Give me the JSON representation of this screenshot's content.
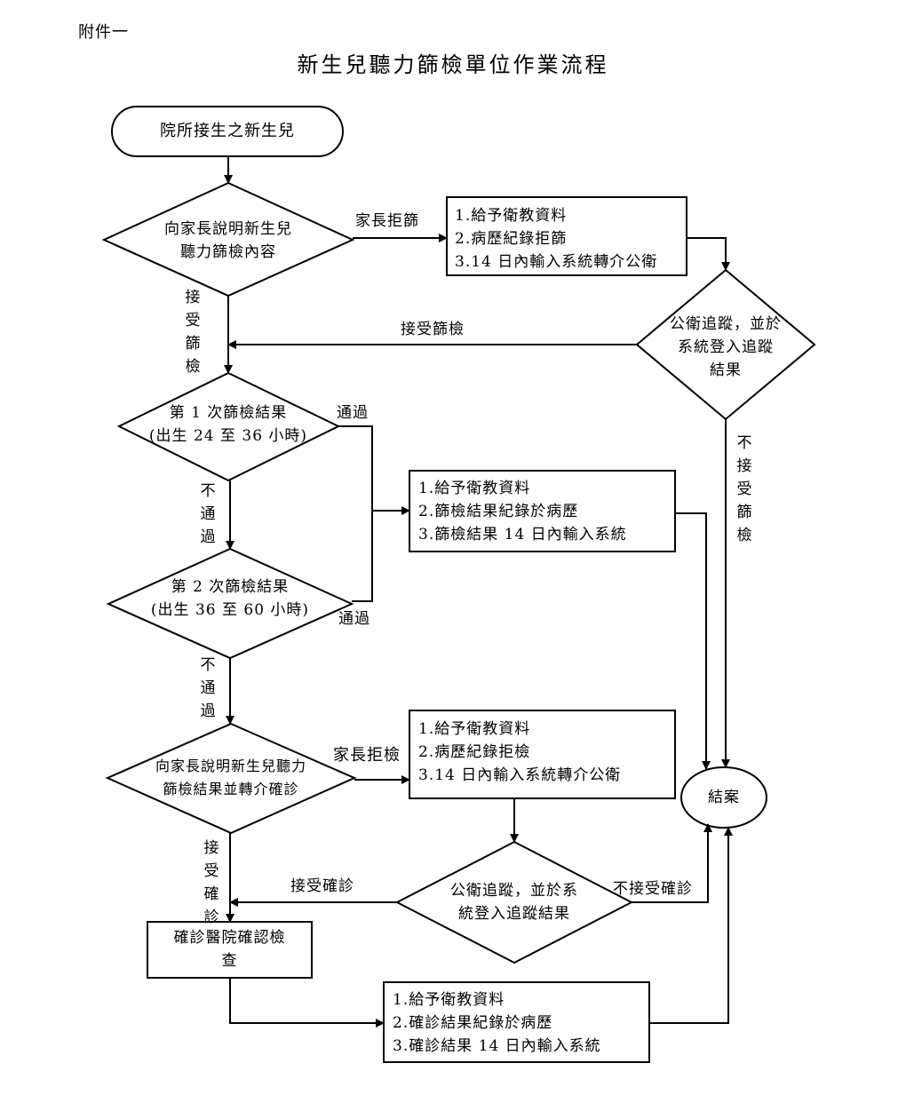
{
  "attachment_label": "附件一",
  "title": "新生兒聽力篩檢單位作業流程",
  "nodes": {
    "start": "院所接生之新生兒",
    "explain": [
      "向家長說明新生兒",
      "聽力篩檢內容"
    ],
    "refuse_box": [
      "1.給予衛教資料",
      "2.病歷紀錄拒篩",
      "3.14 日內輸入系統轉介公衛"
    ],
    "followup1": [
      "公衛追蹤，並於",
      "系統登入追蹤",
      "結果"
    ],
    "screen1": [
      "第 1 次篩檢結果",
      "(出生 24 至 36 小時)"
    ],
    "pass_box": [
      "1.給予衛教資料",
      "2.篩檢結果紀錄於病歷",
      "3.篩檢結果 14 日內輸入系統"
    ],
    "screen2": [
      "第 2 次篩檢結果",
      "(出生 36 至 60 小時)"
    ],
    "explain2": [
      "向家長說明新生兒聽力",
      "篩檢結果並轉介確診"
    ],
    "refuse_box2": [
      "1.給予衛教資料",
      "2.病歷紀錄拒檢",
      "3.14 日內輸入系統轉介公衛"
    ],
    "close": "結案",
    "followup2": [
      "公衛追蹤，並於系",
      "統登入追蹤結果"
    ],
    "hospital": [
      "確診醫院確認檢",
      "查"
    ],
    "confirm_box": [
      "1.給予衛教資料",
      "2.確診結果紀錄於病歷",
      "3.確診結果 14 日內輸入系統"
    ]
  },
  "edge_labels": {
    "parent_refuse_screen": "家長拒篩",
    "accept_screen_vertical": [
      "接",
      "受",
      "篩",
      "檢"
    ],
    "accept_screen": "接受篩檢",
    "pass1": "通過",
    "not_accept_screen_vertical": [
      "不",
      "接",
      "受",
      "篩",
      "檢"
    ],
    "fail1_vertical": [
      "不",
      "通",
      "過"
    ],
    "pass2": "通過",
    "fail2_vertical": [
      "不",
      "通",
      "過"
    ],
    "parent_refuse_exam": "家長拒檢",
    "accept_confirm_vertical": [
      "接",
      "受",
      "確",
      "診"
    ],
    "accept_confirm": "接受確診",
    "not_accept_confirm": "不接受確診"
  }
}
